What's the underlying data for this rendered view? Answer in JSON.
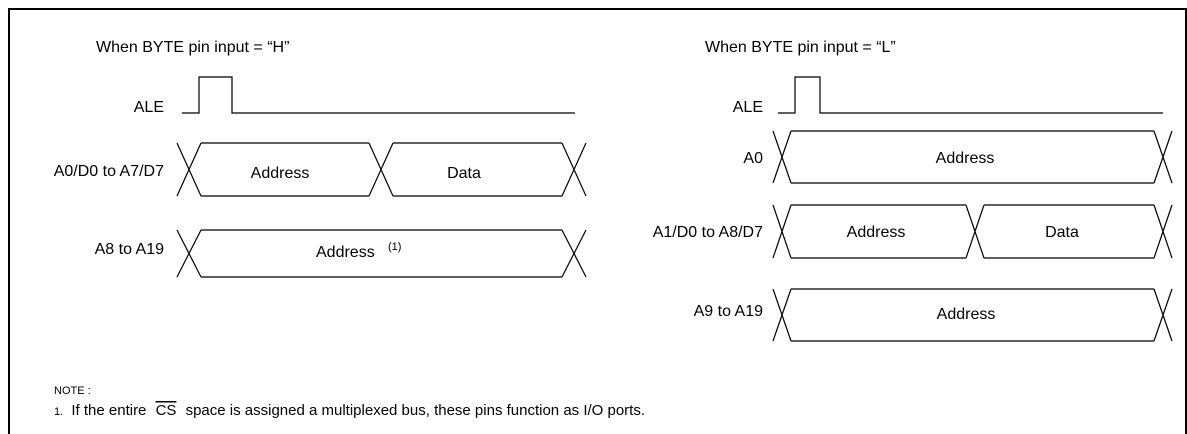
{
  "left": {
    "title": "When BYTE pin input = “H”",
    "signals": {
      "ale": "ALE",
      "ad": "A0/D0 to A7/D7",
      "a8": "A8 to A19"
    },
    "values": {
      "ad_address": "Address",
      "ad_data": "Data",
      "a8_address": "Address",
      "a8_note_ref": "(1)"
    }
  },
  "right": {
    "title": "When BYTE pin input = “L”",
    "signals": {
      "ale": "ALE",
      "a0": "A0",
      "ad": "A1/D0 to A8/D7",
      "a9": "A9 to A19"
    },
    "values": {
      "a0_address": "Address",
      "ad_address": "Address",
      "ad_data": "Data",
      "a9_address": "Address"
    }
  },
  "note": {
    "heading": "NOTE :",
    "item_number": "1.",
    "text_before": "If the entire",
    "overlined": "CS",
    "text_after": "space is assigned a multiplexed bus, these pins function as I/O ports."
  }
}
